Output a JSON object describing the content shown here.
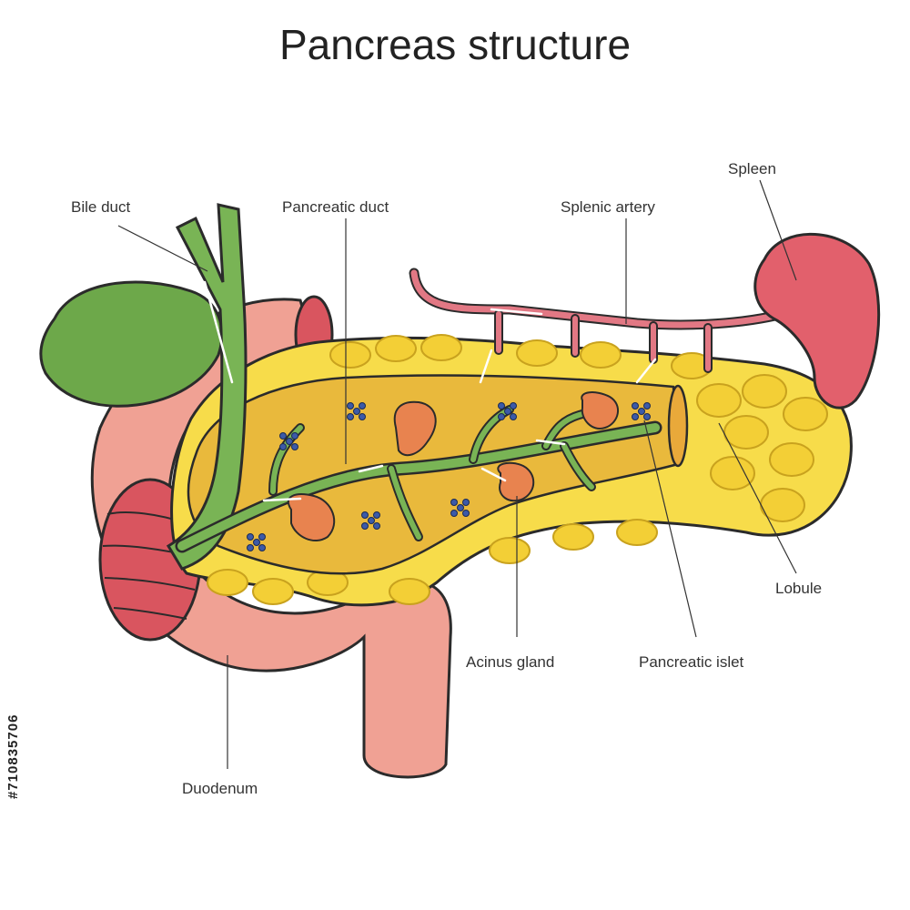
{
  "title": "Pancreas structure",
  "labels": {
    "bile_duct": "Bile duct",
    "pancreatic_duct": "Pancreatic duct",
    "splenic_artery": "Splenic artery",
    "spleen": "Spleen",
    "lobule": "Lobule",
    "acinus_gland": "Acinus gland",
    "pancreatic_islet": "Pancreatic islet",
    "duodenum": "Duodenum"
  },
  "stock_id": "#710835706",
  "colors": {
    "outline": "#2b2b2b",
    "duodenum": "#f0a194",
    "duodenum_inner": "#d9555f",
    "pancreas": "#f7dc4a",
    "pancreas_core": "#e9b93c",
    "duct": "#79b455",
    "gallbladder": "#6da84a",
    "artery": "#e27884",
    "spleen": "#e2606c",
    "acinus": "#e8834f",
    "islet": "#3c5aa8"
  }
}
